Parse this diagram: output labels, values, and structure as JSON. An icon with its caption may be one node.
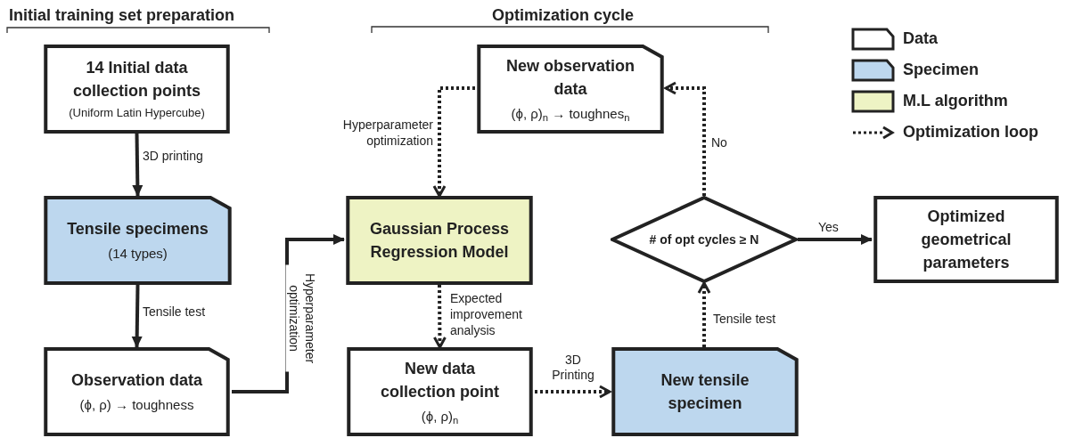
{
  "diagram": {
    "nodes": [
      {
        "text": [
          "14 Initial data collection points",
          "(Uniform Latin Hypercube)"
        ]
      },
      {
        "text": [
          "Tensile specimens",
          "(14 types)"
        ]
      },
      {
        "text": [
          "Observation data",
          "(ϕ, ρ) → toughness"
        ]
      },
      {
        "text": [
          "Gaussian Process Regression Model"
        ]
      },
      {
        "text": [
          "New observation data",
          "(ϕ, ρ)$_{n}$ → toughnes$_{n}$"
        ]
      },
      {
        "text": [
          "New data collection point",
          "(ϕ, ρ)$_{n}$"
        ]
      },
      {
        "text": [
          "New tensile specimen"
        ]
      },
      {
        "text": [
          "# of opt cycles ≥ N"
        ]
      },
      {
        "text": [
          "Optimized geometrical parameters"
        ]
      }
    ],
    "edges": [
      {
        "from": 0,
        "to": 1,
        "arrow": "to",
        "label": "3D printing"
      },
      {
        "from": 1,
        "to": 2,
        "arrow": "to",
        "label": "Tensile test"
      },
      {
        "from": 2,
        "to": 3,
        "arrow": "to",
        "label": "Hyperparameter optimization"
      },
      {
        "from": 4,
        "to": 3,
        "arrow": "to",
        "label": "Hyperparameter optimization",
        "style": "dashed"
      },
      {
        "from": 3,
        "to": 5,
        "arrow": "to",
        "label": "Expected improvement analysis",
        "style": "dashed"
      },
      {
        "from": 5,
        "to": 6,
        "arrow": "to",
        "label": "3D Printing",
        "style": "dashed"
      },
      {
        "from": 6,
        "to": 7,
        "arrow": "to",
        "label": "Tensile test",
        "style": "dashed"
      },
      {
        "from": 7,
        "to": 4,
        "arrow": "to",
        "label": "No",
        "style": "dashed"
      },
      {
        "from": 7,
        "to": 8,
        "arrow": "to",
        "label": "Yes"
      }
    ],
    "labels": [
      "Initial training set preparation",
      "Optimization cycle"
    ],
    "legend": [
      {
        "text": "Data"
      },
      {
        "text": "Specimen",
        "color": "#bdd7ee"
      },
      {
        "text": "M.L algorithm",
        "color": "#eef3c4"
      },
      {
        "text": "Optimization loop"
      }
    ]
  }
}
